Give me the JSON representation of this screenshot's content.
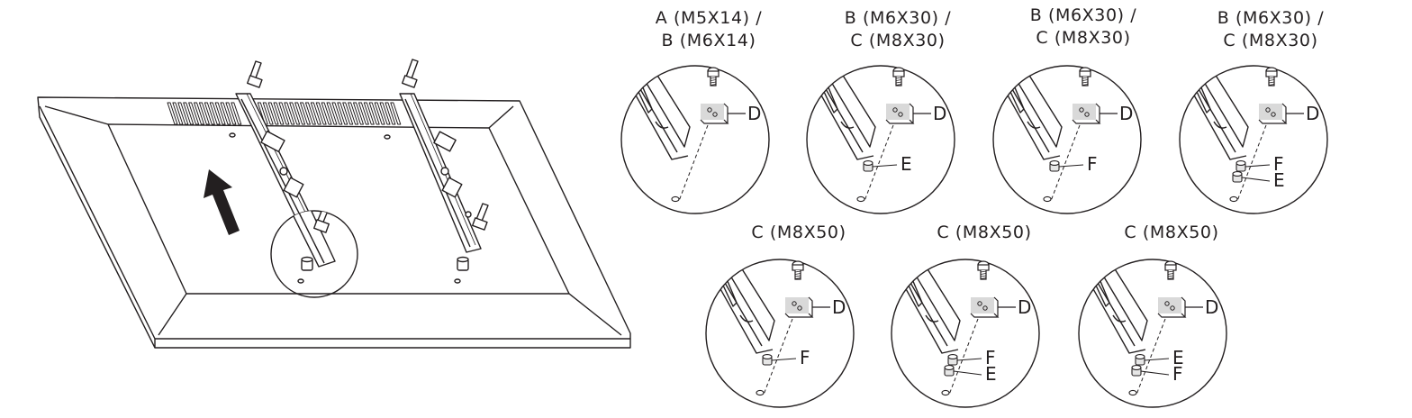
{
  "overview": {
    "direction": "arrow pointing toward the top of the screen"
  },
  "details": [
    {
      "caption": [
        "A (M5X14) /",
        "B (M6X14)"
      ],
      "callouts": [
        "D"
      ]
    },
    {
      "caption": [
        "B (M6X30) /",
        "C (M8X30)"
      ],
      "callouts": [
        "D",
        "E"
      ]
    },
    {
      "caption": [
        "B (M6X30) /",
        "C (M8X30)"
      ],
      "callouts": [
        "D",
        "F"
      ]
    },
    {
      "caption": [
        "B (M6X30) /",
        "C (M8X30)"
      ],
      "callouts": [
        "D",
        "F",
        "E"
      ]
    },
    {
      "caption": [
        "C (M8X50)"
      ],
      "callouts": [
        "D",
        "F"
      ]
    },
    {
      "caption": [
        "C (M8X50)"
      ],
      "callouts": [
        "D",
        "F",
        "E"
      ]
    },
    {
      "caption": [
        "C (M8X50)"
      ],
      "callouts": [
        "D",
        "E",
        "F"
      ]
    }
  ],
  "colors": {
    "line": "#231f20",
    "fill": "#ffffff",
    "shade": "#d9d9d9"
  }
}
